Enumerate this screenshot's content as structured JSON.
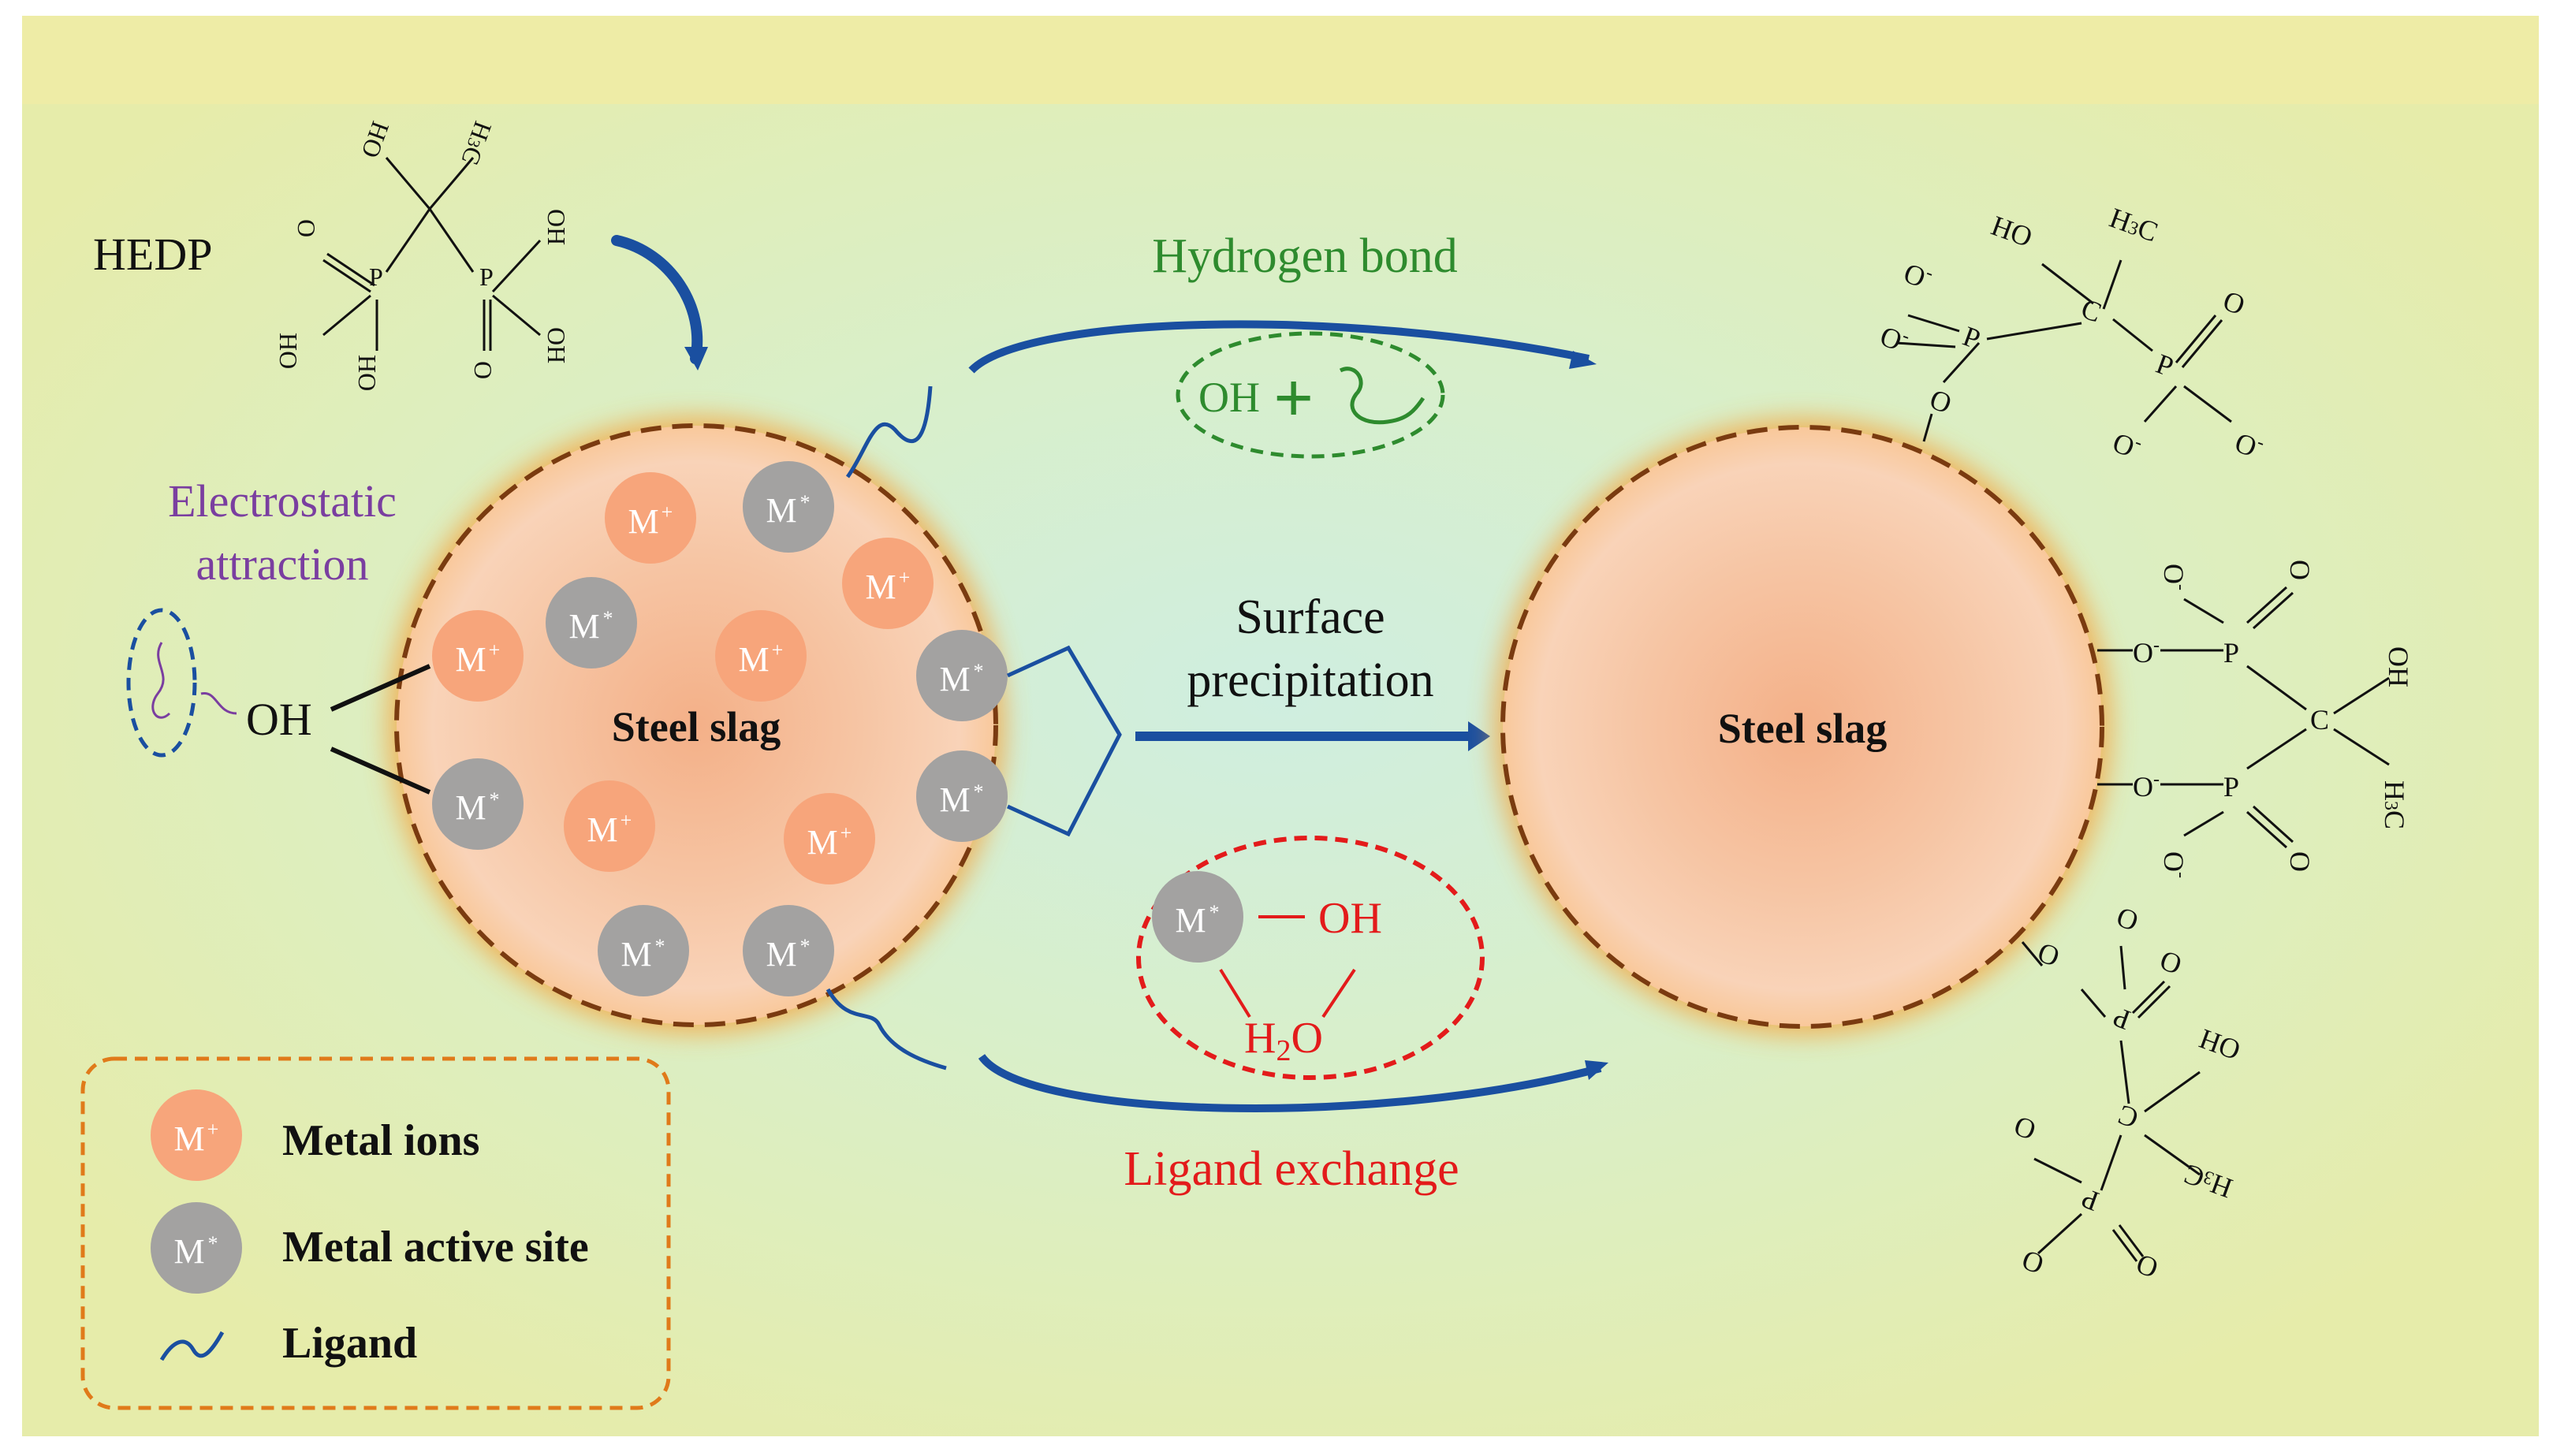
{
  "labels": {
    "hedp": "HEDP",
    "electrostatic_line1": "Electrostatic",
    "electrostatic_line2": "attraction",
    "oh": "OH",
    "steel_slag": "Steel slag",
    "hydrogen_bond": "Hydrogen bond",
    "surface_line1": "Surface",
    "surface_line2": "precipitation",
    "ligand_exchange": "Ligand exchange",
    "h2o_h": "H",
    "h2o_sub": "2",
    "h2o_o": "O",
    "m_ion": "M",
    "m_ion_sup": "+",
    "m_site": "M",
    "m_site_sup": "*"
  },
  "legend": {
    "metal_ions": "Metal ions",
    "metal_active_site": "Metal active site",
    "ligand": "Ligand"
  },
  "chem": {
    "P": "P",
    "O": "O",
    "OH": "OH",
    "HO": "HO",
    "C": "C",
    "O_minus": "O",
    "minus": "-",
    "H3C_H": "H",
    "H3C_3": "3",
    "H3C_C": "C"
  },
  "colors": {
    "ion": "#f7a57b",
    "site": "#a3a2a1",
    "ligand_blue": "#1a4fa0",
    "green": "#2e8b2e",
    "red": "#e31b1b",
    "purple": "#7a3ea0",
    "legend_border": "#e07a1a"
  }
}
